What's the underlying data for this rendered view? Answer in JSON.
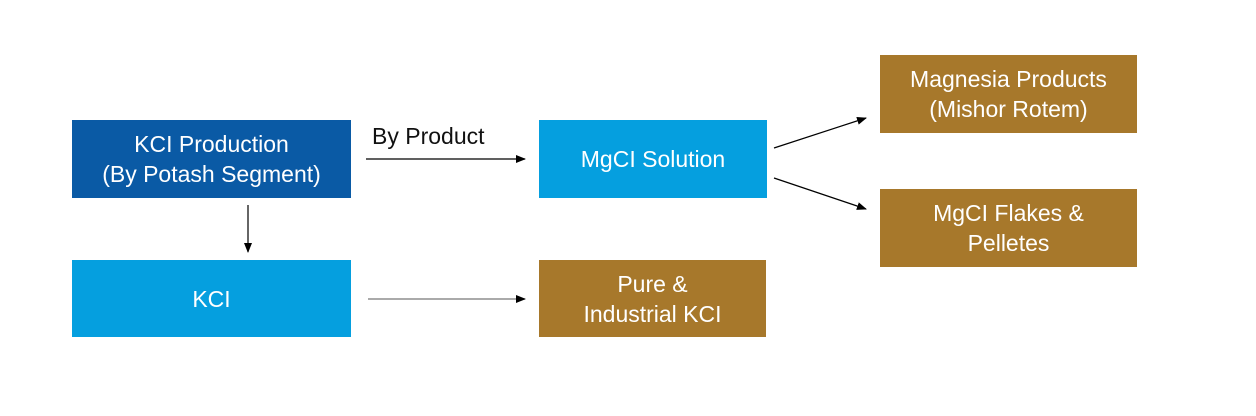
{
  "nodes": {
    "kcl_production": {
      "label": "KCI Production\n(By Potash Segment)",
      "color": "#0a5aa5"
    },
    "mgcl_solution": {
      "label": "MgCI Solution",
      "color": "#059fdf"
    },
    "magnesia_products": {
      "label": "Magnesia Products\n(Mishor Rotem)",
      "color": "#a7782b"
    },
    "mgcl_flakes": {
      "label": "MgCI Flakes &\nPelletes",
      "color": "#a7782b"
    },
    "kcl": {
      "label": "KCI",
      "color": "#059fdf"
    },
    "pure_industrial_kcl": {
      "label": "Pure &\nIndustrial KCI",
      "color": "#a7782b"
    }
  },
  "edges": [
    {
      "from": "kcl_production",
      "to": "mgcl_solution",
      "label": "By Product"
    },
    {
      "from": "kcl_production",
      "to": "kcl",
      "label": ""
    },
    {
      "from": "mgcl_solution",
      "to": "magnesia_products",
      "label": ""
    },
    {
      "from": "mgcl_solution",
      "to": "mgcl_flakes",
      "label": ""
    },
    {
      "from": "kcl",
      "to": "pure_industrial_kcl",
      "label": ""
    }
  ]
}
